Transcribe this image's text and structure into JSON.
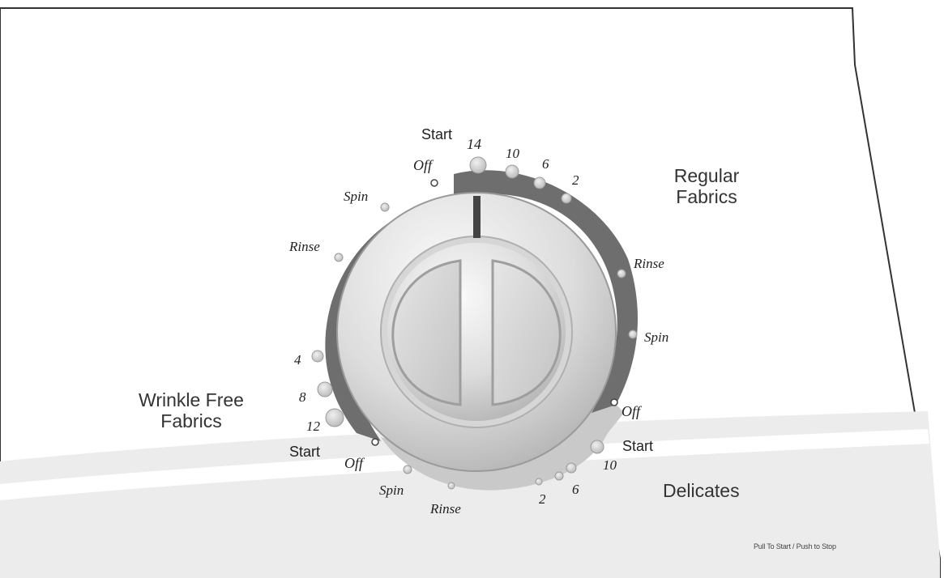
{
  "sections": {
    "regular": "Regular\nFabrics",
    "wrinkle": "Wrinkle Free\nFabrics",
    "delicates": "Delicates"
  },
  "footer_note": "Pull To Start / Push to Stop",
  "dial_labels": {
    "reg_start": "Start",
    "reg_14": "14",
    "reg_10": "10",
    "reg_6": "6",
    "reg_2": "2",
    "reg_rinse": "Rinse",
    "reg_spin": "Spin",
    "reg_off": "Off",
    "top_off": "Off",
    "top_spin": "Spin",
    "top_rinse": "Rinse",
    "wf_4": "4",
    "wf_8": "8",
    "wf_12": "12",
    "wf_start": "Start",
    "bot_off": "Off",
    "bot_spin": "Spin",
    "bot_rinse": "Rinse",
    "del_2": "2",
    "del_6": "6",
    "del_10": "10",
    "del_start": "Start"
  },
  "colors": {
    "ring": "#6e6e6e",
    "lower_band": "#e8e8e8",
    "knob_light": "#f2f2f2",
    "knob_shadow": "#a9a9a9"
  }
}
